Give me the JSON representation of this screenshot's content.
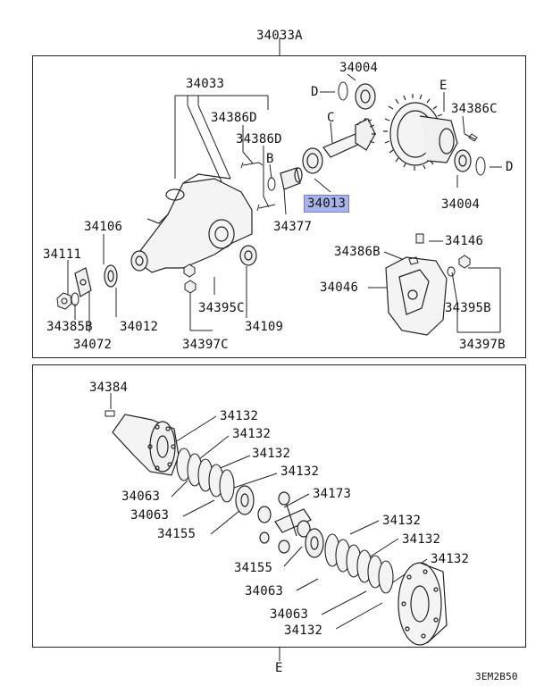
{
  "diagram": {
    "assembly_label": "34033A",
    "figure_code": "3EM2B50",
    "highlight_color": "#a8b4e8",
    "top_panel": {
      "labels": {
        "p34033": "34033",
        "p34386D_1": "34386D",
        "p34386D_2": "34386D",
        "pB": "B",
        "p34004_top": "34004",
        "pD_top": "D",
        "pC": "C",
        "pE": "E",
        "p34386C": "34386C",
        "pD_right": "D",
        "p34004_right": "34004",
        "p34013": "34013",
        "p34377": "34377",
        "p34106": "34106",
        "p34111": "34111",
        "p34385B": "34385B",
        "p34072": "34072",
        "p34012": "34012",
        "p34395C": "34395C",
        "p34397C": "34397C",
        "p34109": "34109",
        "p34386B": "34386B",
        "p34146": "34146",
        "p34046": "34046",
        "p34395B": "34395B",
        "p34397B": "34397B"
      }
    },
    "bottom_panel": {
      "labels": {
        "p34384": "34384",
        "p34132_1": "34132",
        "p34132_2": "34132",
        "p34132_3": "34132",
        "p34132_4": "34132",
        "p34063_1": "34063",
        "p34063_2": "34063",
        "p34155_1": "34155",
        "p34173": "34173",
        "p34155_2": "34155",
        "p34132_5": "34132",
        "p34132_6": "34132",
        "p34132_7": "34132",
        "p34063_3": "34063",
        "p34063_4": "34063",
        "p34132_8": "34132",
        "pE_bottom": "E"
      }
    }
  }
}
